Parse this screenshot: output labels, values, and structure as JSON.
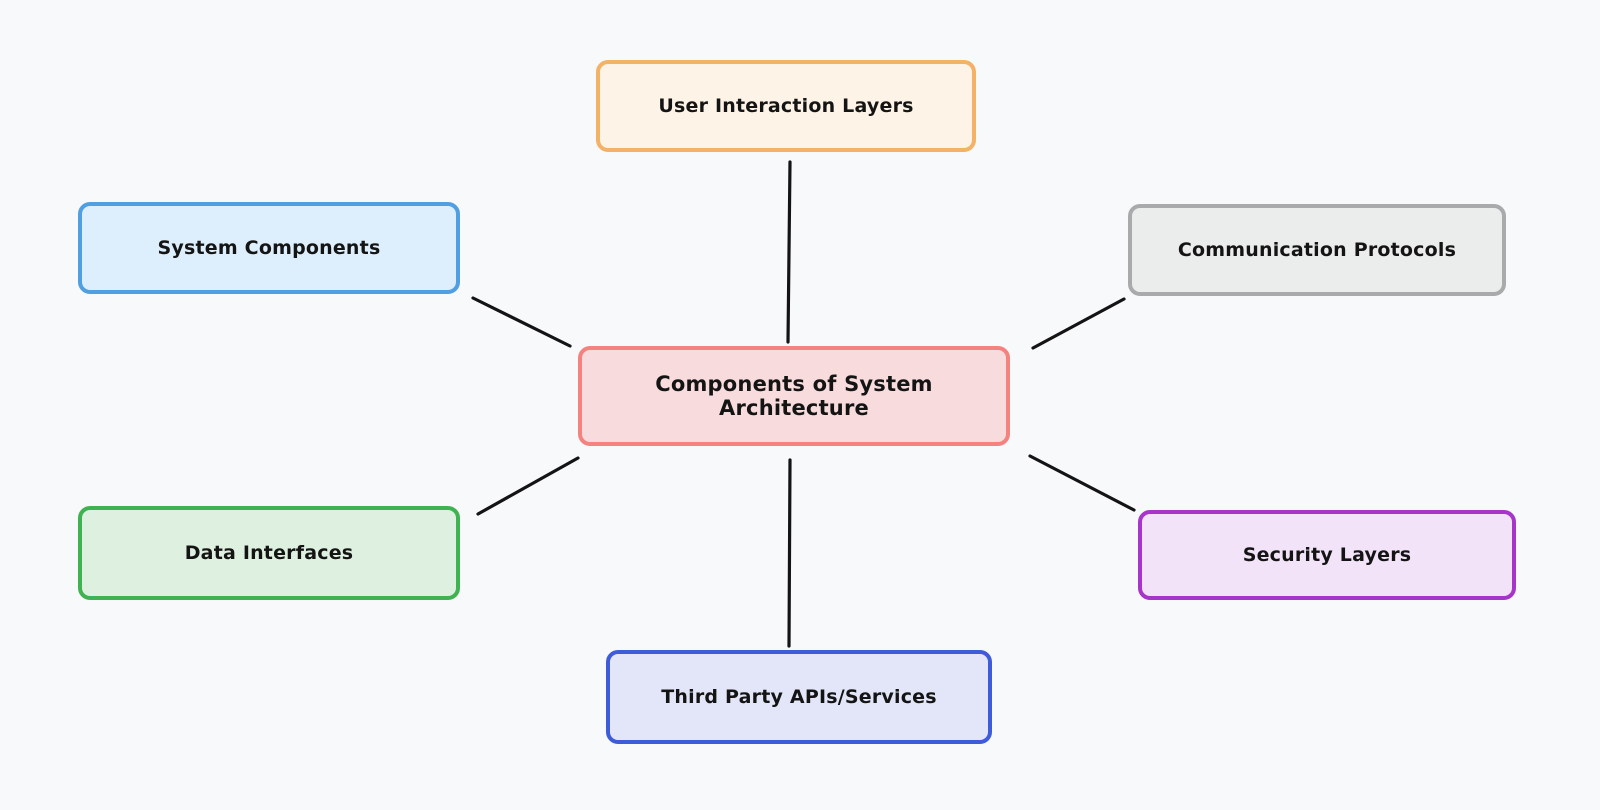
{
  "diagram": {
    "type": "mindmap",
    "background_color": "#f8f9fb",
    "edge_color": "#141414",
    "text_color": "#141414",
    "center_node": {
      "label": "Components of System Architecture",
      "fill": "#f8dbdc",
      "border": "#f4827f"
    },
    "nodes": [
      {
        "label": "User Interaction Layers",
        "position": "top",
        "fill": "#fdf3e6",
        "border": "#f4b267"
      },
      {
        "label": "System Components",
        "position": "upper-left",
        "fill": "#ddeefc",
        "border": "#4f9fe1"
      },
      {
        "label": "Communication Protocols",
        "position": "upper-right",
        "fill": "#ebecec",
        "border": "#a8aaac"
      },
      {
        "label": "Data Interfaces",
        "position": "lower-left",
        "fill": "#def0df",
        "border": "#3fb251"
      },
      {
        "label": "Security Layers",
        "position": "lower-right",
        "fill": "#f2e3f8",
        "border": "#a735c9"
      },
      {
        "label": "Third Party APIs/Services",
        "position": "bottom",
        "fill": "#e3e6f9",
        "border": "#3e5cd9"
      }
    ],
    "edges": [
      {
        "from": "Components of System Architecture",
        "to": "User Interaction Layers"
      },
      {
        "from": "Components of System Architecture",
        "to": "System Components"
      },
      {
        "from": "Components of System Architecture",
        "to": "Communication Protocols"
      },
      {
        "from": "Components of System Architecture",
        "to": "Data Interfaces"
      },
      {
        "from": "Components of System Architecture",
        "to": "Security Layers"
      },
      {
        "from": "Components of System Architecture",
        "to": "Third Party APIs/Services"
      }
    ]
  }
}
